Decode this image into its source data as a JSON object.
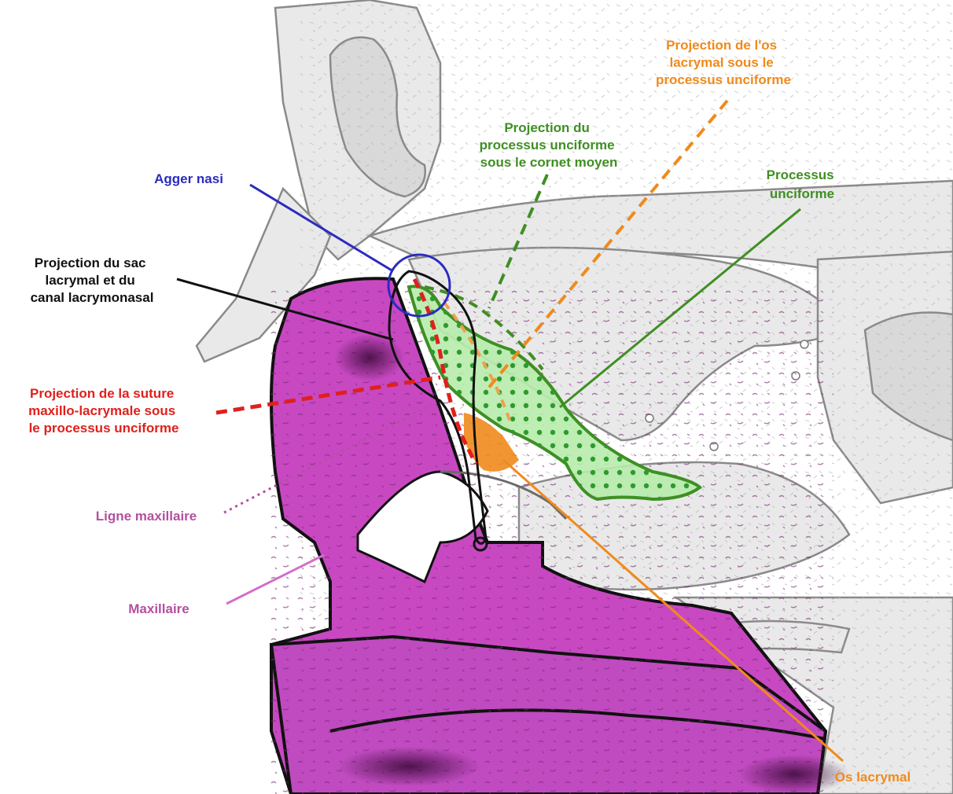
{
  "labels": {
    "agger_nasi": "Agger nasi",
    "sac_lacrymal": [
      "Projection du sac",
      "lacrymal et du",
      "canal lacrymonasal"
    ],
    "suture": [
      "Projection de la suture",
      "maxillo-lacrymale sous",
      "le processus unciforme"
    ],
    "ligne_maxillaire": "Ligne maxillaire",
    "maxillaire": "Maxillaire",
    "proj_os_lacrymal": [
      "Projection de l'os",
      "lacrymal sous le",
      "processus unciforme"
    ],
    "proj_processus": [
      "Projection du",
      "processus unciforme",
      "sous le cornet moyen"
    ],
    "processus_unciforme": [
      "Processus",
      "unciforme"
    ],
    "os_lacrymal": "Os lacrymal"
  },
  "colors": {
    "blue": "#2b2bc0",
    "black": "#111111",
    "red": "#e0201c",
    "orange": "#f08a1c",
    "green": "#3f8f23",
    "magenta": "#b4509f",
    "maxilla_fill": "#c848c2",
    "maxilla_dark": "#6a1f66",
    "uncinate_fill": "#b7ecac",
    "uncinate_dots": "#2e9a2e",
    "bone_outline": "#8a8a8a",
    "bone_fill": "#e7e7e7"
  }
}
